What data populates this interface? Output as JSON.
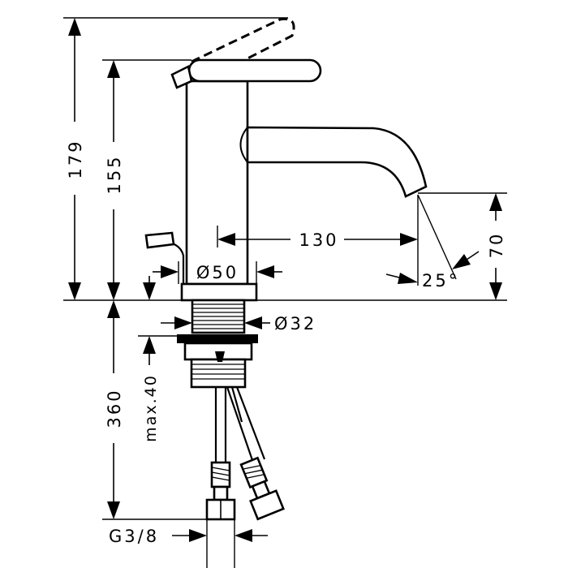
{
  "drawing": {
    "dimensions": {
      "total_height": "179",
      "spout_height": "155",
      "under_counter": "360",
      "spout_reach": "130",
      "body_diameter": "Ø50",
      "shank_diameter": "Ø32",
      "max_thickness": "max.40",
      "spout_clearance": "70",
      "spray_angle": "25°",
      "connection": "G3/8"
    }
  }
}
